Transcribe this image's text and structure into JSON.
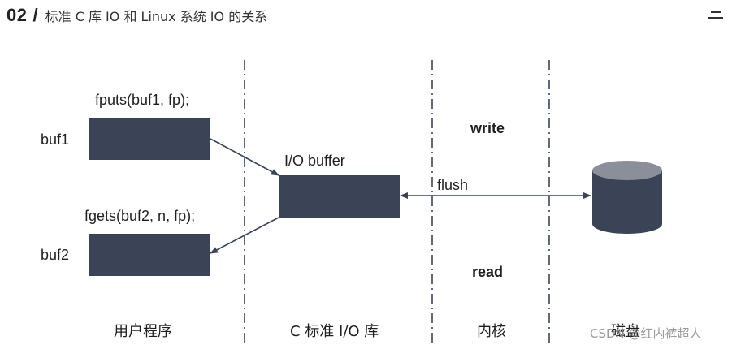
{
  "header": {
    "section_number": "02",
    "slash": "/",
    "title": "标准 C 库 IO 和 Linux 系统 IO 的关系"
  },
  "menu_icon": "menu-icon",
  "labels": {
    "fputs_call": "fputs(buf1, fp);",
    "fgets_call": "fgets(buf2, n, fp);",
    "buf1": "buf1",
    "buf2": "buf2",
    "io_buffer": "I/O buffer",
    "flush": "flush",
    "write": "write",
    "read": "read"
  },
  "columns": {
    "user_program": "用户程序",
    "c_io_lib": "C 标准 I/O 库",
    "kernel": "内核",
    "disk": "磁盘"
  },
  "watermark": "CSDN @红内裤超人",
  "colors": {
    "box_fill": "#3b4457",
    "line": "#3b4457",
    "cylinder_top": "#8a8f99"
  }
}
